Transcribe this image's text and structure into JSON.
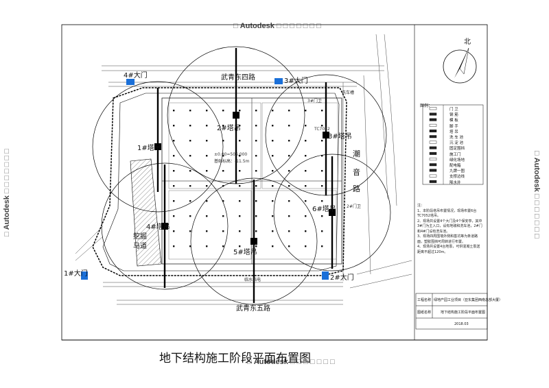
{
  "watermark": {
    "brand": "Autodesk",
    "suffix": "□ □ □ □ □ □ □",
    "prefix": "□"
  },
  "title": "地下结构施工阶段平面布置图",
  "roads": {
    "north": "武青东四路",
    "south": "武青东五路",
    "east_chars": [
      "潮",
      "音",
      "路"
    ]
  },
  "gates": {
    "g1": "1#大门",
    "g2": "2#大门",
    "g3": "3#大门",
    "g4": "4#大门"
  },
  "cranes": {
    "c1": "1#塔吊",
    "c2": "2#塔吊",
    "c3": "3#塔吊",
    "c4": "4#塔吊",
    "c5": "5#塔吊",
    "c6": "6#塔吊"
  },
  "ramp": {
    "line1": "挖掘",
    "line2": "马道"
  },
  "north_label": "北",
  "small_labels": {
    "guard_n": "3#门卫",
    "guard_s": "2#门卫",
    "elev": "±0.00=506.000",
    "base": "基础标高：-11.5m",
    "office": "临水临电",
    "tc": "TC7052",
    "wash": "洗车槽"
  },
  "legend": {
    "title": "图例：",
    "items": [
      "门 卫",
      "钢 筋",
      "模 板",
      "脚 手",
      "塔 吊",
      "洗 车 池",
      "沉 淀 池",
      "固定围挡",
      "施工门",
      "绿化场地",
      "配电箱",
      "九牌一图",
      "支撑边线",
      "降水井"
    ]
  },
  "notes": {
    "head": "注：",
    "items": [
      "1、本阶段塔吊布置情况，现场布置6台TC7052塔吊。",
      "2、现场共设置4个大门及4个保安亭，其中3#门为主入口，设有地磅和洗车池，2#门和4#门设有洗车池。",
      "3、现场四周围墙外侧和基坑等为条道路面，塑胶围挡可周转进行布置。",
      "4、现场共设置4台地泵，可供混凝土泵送距离不超过120m。"
    ]
  },
  "title_block": {
    "project_label": "工程名称",
    "project": "绿地产园工业项目（亚东集团西南总部大厦）",
    "drawing_label": "图纸名称",
    "drawing": "地下结构施工阶段平面布置图",
    "date": "2018.03"
  }
}
